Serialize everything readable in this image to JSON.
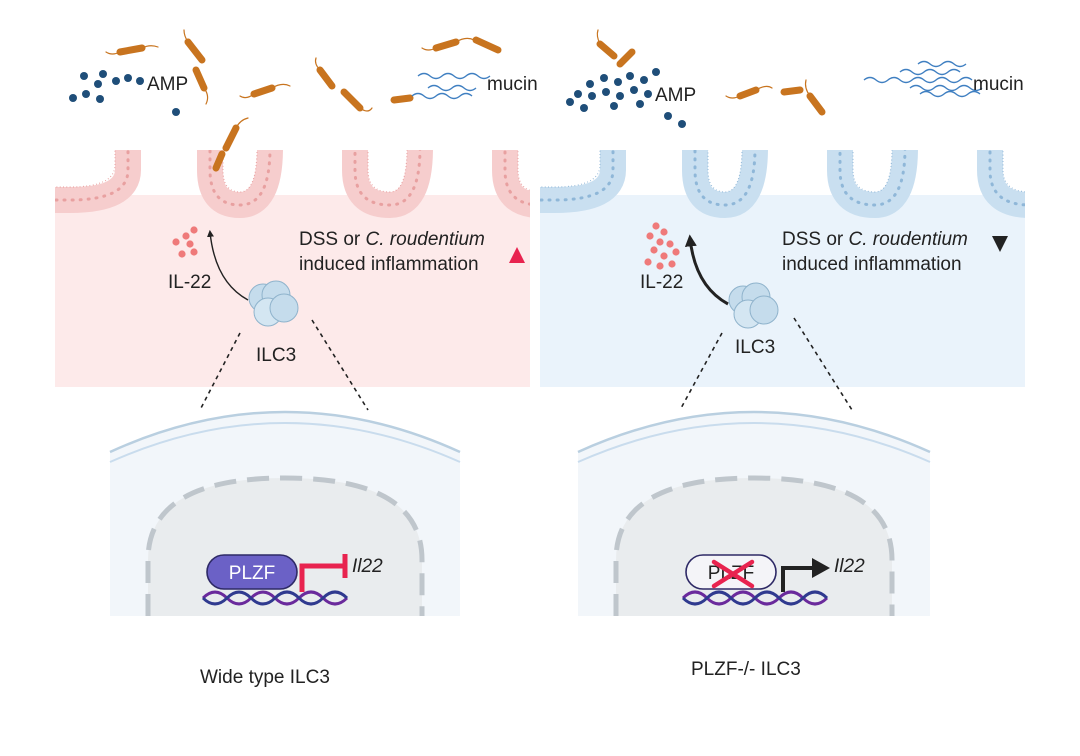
{
  "left_panel": {
    "amp_label": "AMP",
    "mucin_label": "mucin",
    "inflammation_line1_prefix": "DSS or ",
    "inflammation_line1_italic": "C. roudentium",
    "inflammation_line2": "induced inflammation",
    "cytokine_label": "IL-22",
    "cell_label": "ILC3",
    "protein_label": "PLZF",
    "gene_label": "Il22",
    "caption": "Wide type ILC3",
    "tint": "#fdeaea",
    "epithelium_color": "#f6cdcd",
    "trend_color": "#e8234f"
  },
  "right_panel": {
    "amp_label": "AMP",
    "mucin_label": "mucin",
    "inflammation_line1_prefix": "DSS or ",
    "inflammation_line1_italic": "C. roudentium",
    "inflammation_line2": "induced inflammation",
    "cytokine_label": "IL-22",
    "cell_label": "ILC3",
    "protein_label": "PLZF",
    "gene_label": "Il22",
    "caption": "PLZF-/- ILC3",
    "tint": "#eaf3fb",
    "epithelium_color": "#c9dff0",
    "trend_color": "#222222"
  },
  "colors": {
    "amp_dot": "#1f4e79",
    "bacteria": "#c8741f",
    "mucin": "#3f7fc1",
    "il22_dot": "#ef7a7a",
    "ilc3_cell": "#c5dcec",
    "plzf_fill": "#6b61c6",
    "inhibit": "#e8234f",
    "dna1": "#6a2a9c",
    "dna2": "#2f3a8f",
    "knockout_x": "#e8234f"
  }
}
